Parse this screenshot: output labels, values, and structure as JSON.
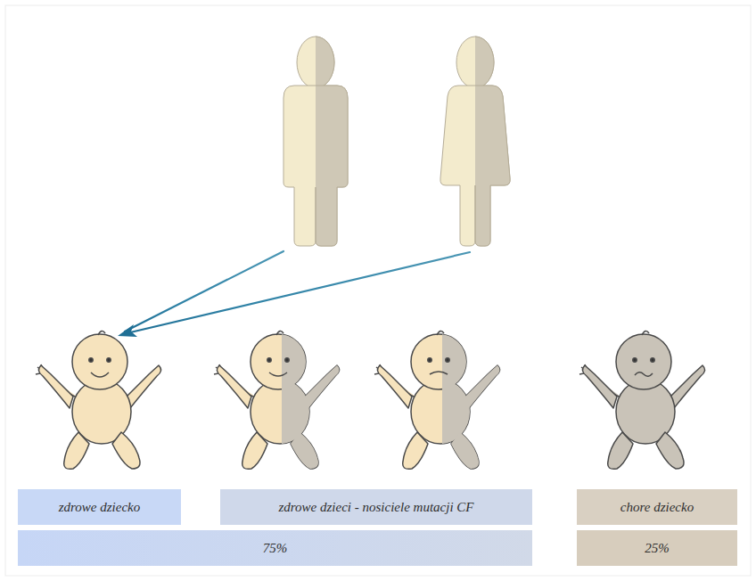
{
  "diagram": {
    "nodes": [
      {
        "text": [
          "zdrowe dziecko"
        ]
      },
      {
        "text": [
          "zdrowe dzieci - nosiciele mutacji CF"
        ]
      },
      {
        "text": [
          "chore dziecko"
        ]
      },
      {
        "text": [
          "75%"
        ]
      },
      {
        "text": [
          "25%"
        ]
      }
    ]
  }
}
